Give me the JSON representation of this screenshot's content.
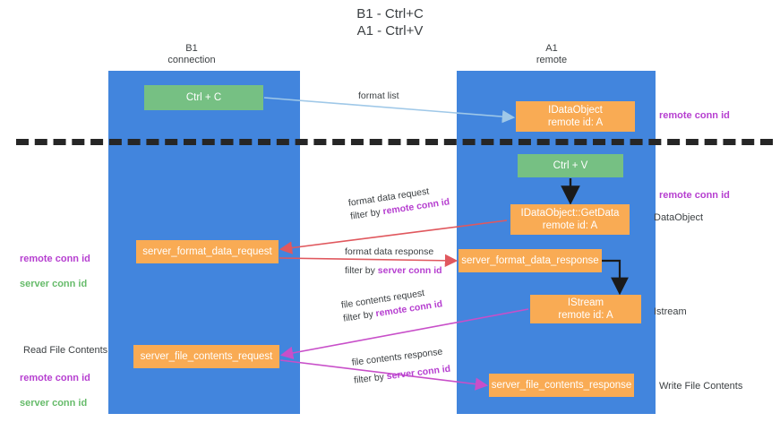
{
  "title": "B1 - Ctrl+C\nA1 - Ctrl+V",
  "columns": {
    "left": "B1\nconnection",
    "right": "A1\nremote"
  },
  "nodes": {
    "ctrl_c": "Ctrl + C",
    "idataobject": "IDataObject\nremote id: A",
    "ctrl_v": "Ctrl + V",
    "getdata": "IDataObject::GetData\nremote id: A",
    "server_format_data_request": "server_format_data_request",
    "server_format_data_response": "server_format_data_response",
    "istream": "IStream\nremote id: A",
    "server_file_contents_request": "server_file_contents_request",
    "server_file_contents_response": "server_file_contents_response"
  },
  "edges": {
    "format_list": "format list",
    "format_data_request": "format data request",
    "format_data_request_filter_prefix": "filter by ",
    "format_data_request_filter_key": "remote conn id",
    "format_data_response": "format data response",
    "format_data_response_filter_prefix": "filter by ",
    "format_data_response_filter_key": "server conn id",
    "file_contents_request": "file contents request",
    "file_contents_request_filter_prefix": "filter by ",
    "file_contents_request_filter_key": "remote conn id",
    "file_contents_response": "file contents response",
    "file_contents_response_filter_prefix": "filter by ",
    "file_contents_response_filter_key": "server conn id"
  },
  "annotations": {
    "remote_conn_id_top": "remote conn id",
    "remote_conn_id_mid": "remote conn id",
    "dataobject": "DataObject",
    "istream": "Istream",
    "write_file_contents": "Write File Contents",
    "read_file_contents": "Read File Contents",
    "left_remote_conn_id_1": "remote conn id",
    "left_server_conn_id_1": "server conn id",
    "left_remote_conn_id_2": "remote conn id",
    "left_server_conn_id_2": "server conn id"
  },
  "colors": {
    "lane": "#4285dd",
    "green_node": "#76c083",
    "orange_node": "#f9ab54",
    "magenta": "#b63fd0",
    "green_text": "#66bb6a",
    "arrow_blue": "#9fc8e8",
    "arrow_red": "#e0585e",
    "arrow_magenta": "#c84fc9",
    "arrow_black": "#1a1a1a",
    "divider": "#262626"
  }
}
